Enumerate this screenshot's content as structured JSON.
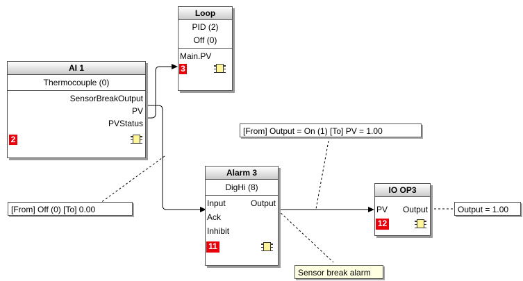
{
  "blocks": {
    "loop": {
      "title": "Loop",
      "modes": [
        "PID (2)",
        "Off (0)"
      ],
      "inputs": [
        "Main.PV"
      ],
      "number": "3"
    },
    "ai1": {
      "title": "AI 1",
      "mode": "Thermocouple (0)",
      "outputs": [
        "SensorBreakOutput",
        "PV",
        "PVStatus"
      ],
      "number": "2"
    },
    "alarm3": {
      "title": "Alarm 3",
      "mode": "DigHi (8)",
      "inputs": [
        "Input",
        "Ack",
        "Inhibit"
      ],
      "output": "Output",
      "number": "11"
    },
    "io_op3": {
      "title": "IO OP3",
      "input": "PV",
      "output": "Output",
      "number": "12"
    }
  },
  "notes": {
    "ai_break": "[From]  Off (0)   [To]  0.00",
    "alarm_output": "[From]  Output = On (1)   [To]  PV = 1.00",
    "io_output": "Output = 1.00",
    "sensor_break": "Sensor break alarm"
  }
}
